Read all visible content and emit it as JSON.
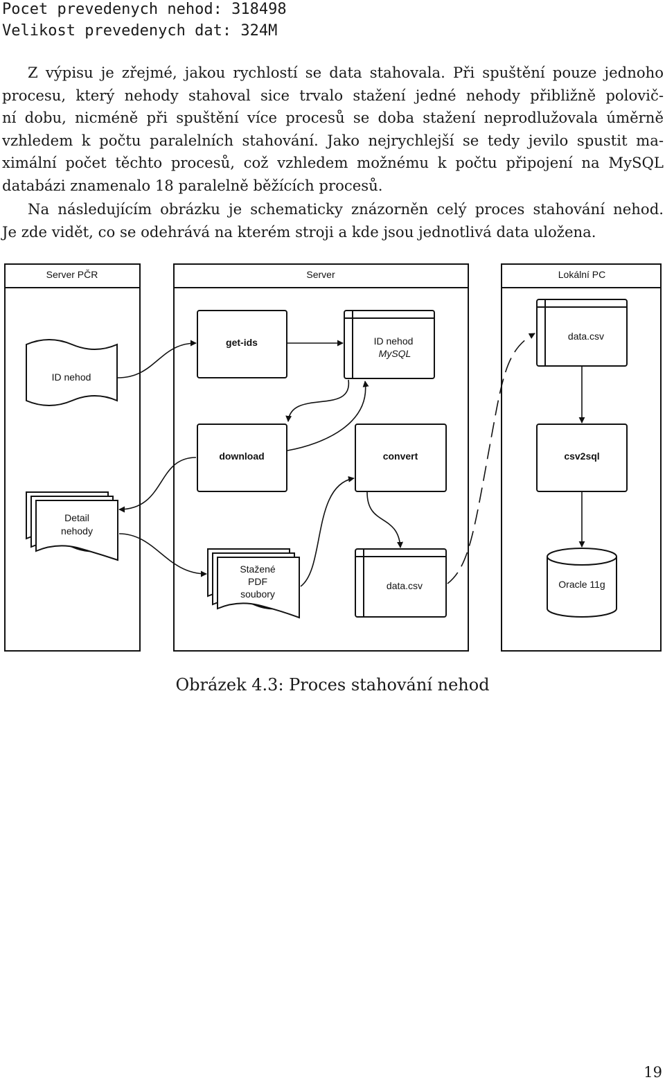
{
  "console": {
    "line1": "Pocet prevedenych nehod: 318498",
    "line2": "Velikost prevedenych dat: 324M"
  },
  "paragraph1": [
    "Z výpisu je zřejmé, jakou rychlostí se data stahovala. Při spuštění pouze jednoho",
    "procesu, který nehody stahoval sice trvalo stažení jedné nehody přibližně polovič-",
    "ní dobu, nicméně při spuštění více procesů se doba stažení neprodlužovala úměrně",
    "vzhledem k počtu paralelních stahování. Jako nejrychlejší se tedy jevilo spustit ma-",
    "ximální počet těchto procesů, což vzhledem možnému k počtu připojení na MySQL",
    "databázi znamenalo 18 paralelně běžících procesů."
  ],
  "paragraph2": [
    "Na následujícím obrázku je schematicky znázorněn celý proces stahování nehod.",
    "Je zde vidět, co se odehrává na kterém stroji a kde jsou jednotlivá data uložena."
  ],
  "diagram": {
    "lanes": {
      "server_pcr": "Server PČR",
      "server": "Server",
      "local_pc": "Lokální PC"
    },
    "nodes": {
      "id_nehod_doc": "ID nehod",
      "detail_line1": "Detail",
      "detail_line2": "nehody",
      "get_ids": "get-ids",
      "mysql_line1": "ID nehod",
      "mysql_line2": "MySQL",
      "download": "download",
      "convert": "convert",
      "pdf_line1": "Stažené",
      "pdf_line2": "PDF",
      "pdf_line3": "soubory",
      "server_csv": "data.csv",
      "local_csv": "data.csv",
      "csv2sql": "csv2sql",
      "oracle": "Oracle 11g"
    }
  },
  "caption": "Obrázek 4.3: Proces stahování nehod",
  "page_number": "19"
}
